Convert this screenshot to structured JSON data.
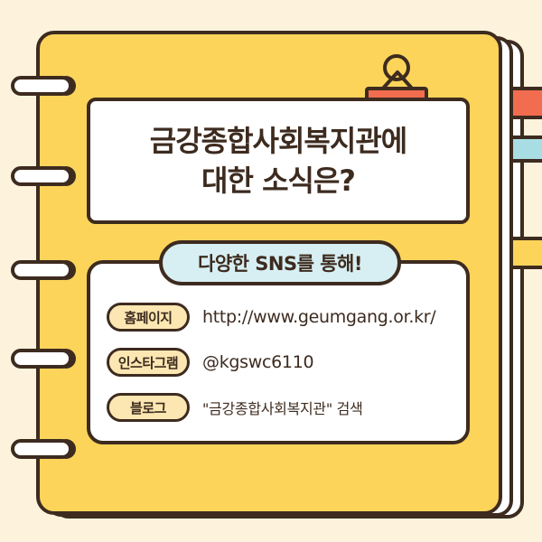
{
  "title": {
    "line1": "금강종합사회복지관에",
    "line2": "대한 소식은?"
  },
  "sns_pill": "다양한 SNS를 통해!",
  "rows": [
    {
      "label": "홈페이지",
      "value": "http://www.geumgang.or.kr/"
    },
    {
      "label": "인스타그램",
      "value": "@kgswc6110"
    },
    {
      "label": "블로그",
      "value": "\"금강종합사회복지관\" 검색"
    }
  ],
  "colors": {
    "background": "#fdf3dc",
    "cover": "#fcd45a",
    "outline": "#3d2b1f",
    "clip": "#f26d4f",
    "pill": "#d7eff2",
    "badge": "#fce7b2"
  },
  "icons": [
    "binder-clip-icon",
    "notebook-ring-icon"
  ]
}
